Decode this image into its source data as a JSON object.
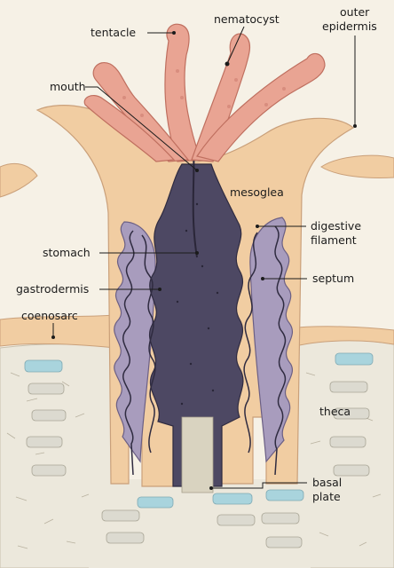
{
  "diagram": {
    "labels": {
      "tentacle": "tentacle",
      "nematocyst": "nematocyst",
      "outer_epidermis_1": "outer",
      "outer_epidermis_2": "epidermis",
      "mouth": "mouth",
      "mesoglea": "mesoglea",
      "digestive_filament_1": "digestive",
      "digestive_filament_2": "filament",
      "stomach": "stomach",
      "septum": "septum",
      "gastrodermis": "gastrodermis",
      "coenosarc": "coenosarc",
      "theca": "theca",
      "basal_plate_1": "basal",
      "basal_plate_2": "plate"
    },
    "colors": {
      "tentacle": "#e9a493",
      "tissue": "#f1cda2",
      "stomach": "#4d4863",
      "septum": "#a89cbd",
      "skeleton": "#ece8dc",
      "plate": "#a9d4dd"
    }
  }
}
